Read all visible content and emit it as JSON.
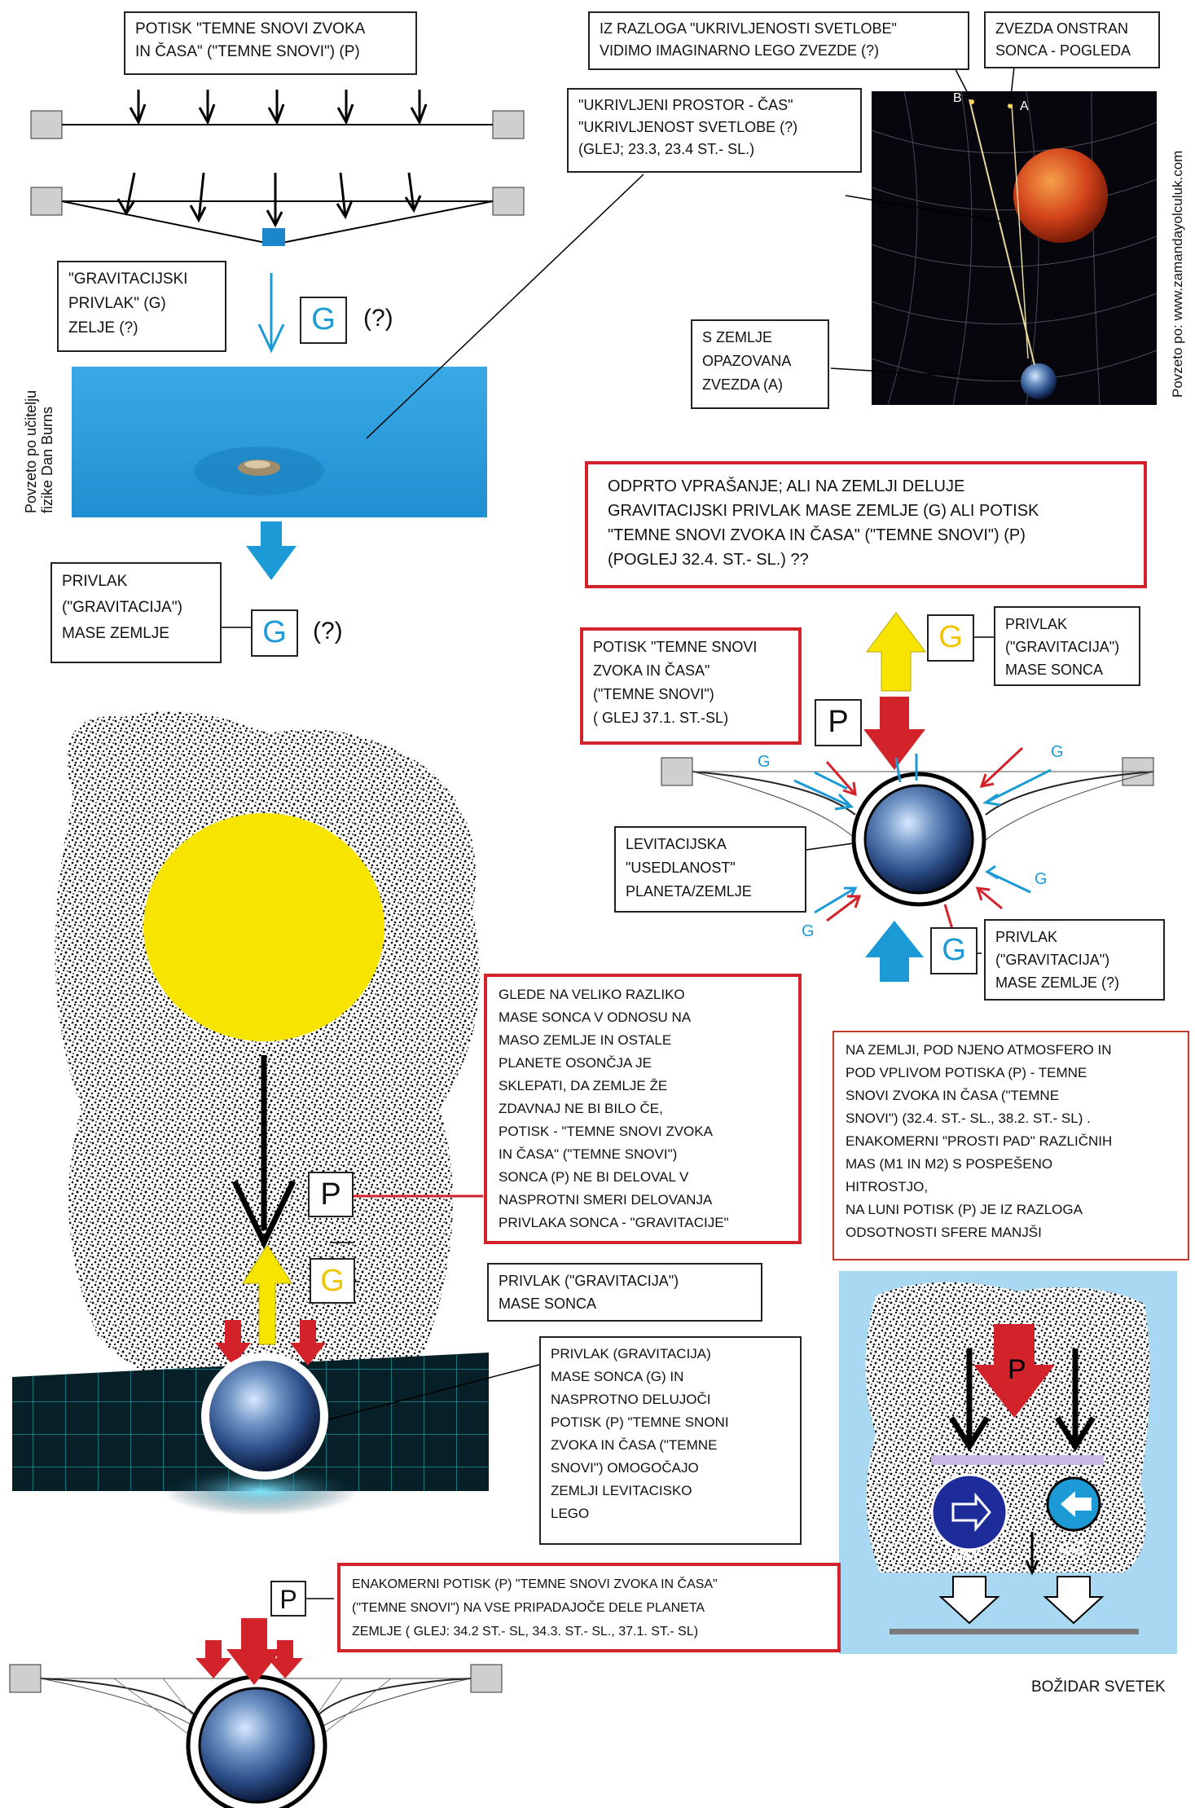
{
  "top_left": {
    "box_potisk": "POTISK \"TEMNE SNOVI ZVOKA\nIN ČASA\" (\"TEMNE SNOVI\") (P)",
    "box_gravitacijski": "\"GRAVITACIJSKI\nPRIVLAK\" (G)\nZELJE (?)",
    "letter_g": "G",
    "qmark": "(?)",
    "credit_teacher": "Povzeto po učitelju\nfizike Dan Burns",
    "box_privlak": "PRIVLAK\n(\"GRAVITACIJA\")\nMASE ZEMLJE",
    "letter_g2": "G",
    "qmark2": "(?)"
  },
  "top_right": {
    "box_razlog": "IZ RAZLOGA \"UKRIVLJENOSTI SVETLOBE\"\nVIDIMO IMAGINARNO LEGO ZVEZDE (?)",
    "box_zvezda": "ZVEZDA ONSTRAN\nSONCA - POGLEDA",
    "box_ukrivljeni": "\"UKRIVLJENI PROSTOR - ČAS\"\n\"UKRIVLJENOST SVETLOBE (?)\n(GLEJ; 23.3, 23.4 ST.- SL.)",
    "label_b": "B",
    "label_a": "A",
    "box_s_zemlje": "S ZEMLJE\nOPAZOVANA\nZVEZDA (A)",
    "credit_source": "Povzeto po: www.zamandayolculuk.com"
  },
  "middle_right": {
    "box_odprto": "ODPRTO VPRAŠANJE; ALI NA ZEMLJI DELUJE\nGRAVITACIJSKI PRIVLAK MASE ZEMLJE (G) ALI POTISK\n\"TEMNE SNOVI ZVOKA IN ČASA\" (\"TEMNE SNOVI\") (P)\n(POGLEJ 32.4. ST.- SL.) ??",
    "letter_g_yellow": "G",
    "box_privlak_sonca": "PRIVLAK\n(\"GRAVITACIJA\")\nMASE SONCA",
    "box_potisk_red": "POTISK \"TEMNE SNOVI\nZVOKA IN ČASA\"\n(\"TEMNE SNOVI\")\n( GLEJ 37.1. ST.-SL)",
    "letter_p": "P",
    "label_g_tl": "G",
    "label_g_tr": "G",
    "label_g_r": "G",
    "label_g_bl": "G",
    "box_levitacijska": "LEVITACIJSKA\n\"USEDLANOST\"\nPLANETA/ZEMLJE",
    "letter_g_blue": "G",
    "box_privlak_zemlje": "PRIVLAK\n(\"GRAVITACIJA\")\nMASE ZEMLJE (?)"
  },
  "middle": {
    "box_glede": "GLEDE NA VELIKO RAZLIKO\nMASE SONCA V ODNOSU NA\nMASO ZEMLJE IN OSTALE\nPLANETE OSONČJA JE\nSKLEPATI, DA ZEMLJE ŽE\nZDAVNAJ NE BI BILO ČE,\nPOTISK - \"TEMNE SNOVI ZVOKA\nIN ČASA\" (\"TEMNE SNOVI\")\nSONCA (P) NE BI DELOVAL V\nNASPROTNI SMERI DELOVANJA\nPRIVLAKA SONCA - \"GRAVITACIJE\"",
    "letter_p_sun": "P",
    "letter_g_sun": "G",
    "box_privlak_sonca2": "PRIVLAK (\"GRAVITACIJA\")\nMASE SONCA",
    "box_privlak_gravitacija": "PRIVLAK (GRAVITACIJA)\nMASE SONCA (G) IN\nNASPROTNO DELUJOČI\nPOTISK (P) \"TEMNE SNONI\nZVOKA IN ČASA (\"TEMNE\nSNOVI\") OMOGOČAJO\nZEMLJI LEVITACISKO\nLEGO",
    "box_na_zemlji": "NA ZEMLJI, POD NJENO ATMOSFERO IN\nPOD VPLIVOM POTISKA (P) - TEMNE\nSNOVI ZVOKA IN ČASA (\"TEMNE\nSNOVI\") (32.4. ST.- SL., 38.2. ST.- SL) .\nENAKOMERNI \"PROSTI PAD\" RAZLIČNIH\nMAS (m1 IN m2) S POSPEŠENO\nHITROSTJO,\nNA LUNI POTISK (P) JE IZ RAZLOGA\nODSOTNOSTI SFERE MANJŠI",
    "label_p_fall": "P",
    "label_m1": "m1",
    "label_m2": "m2"
  },
  "bottom": {
    "letter_p_bottom": "P",
    "box_enakomerni": "ENAKOMERNI POTISK (P) \"TEMNE SNOVI ZVOKA IN ČASA\"\n(\"TEMNE SNOVI\") NA VSE PRIPADAJOČE DELE PLANETA\nZEMLJE ( GLEJ: 34.2 ST.- SL, 34.3. ST.- SL., 37.1. ST.- SL)",
    "author": "BOŽIDAR SVETEK"
  },
  "colors": {
    "red": "#d2232a",
    "blue": "#1b9ad6",
    "yellow": "#f7e400",
    "frame_red": "#d2232a"
  }
}
